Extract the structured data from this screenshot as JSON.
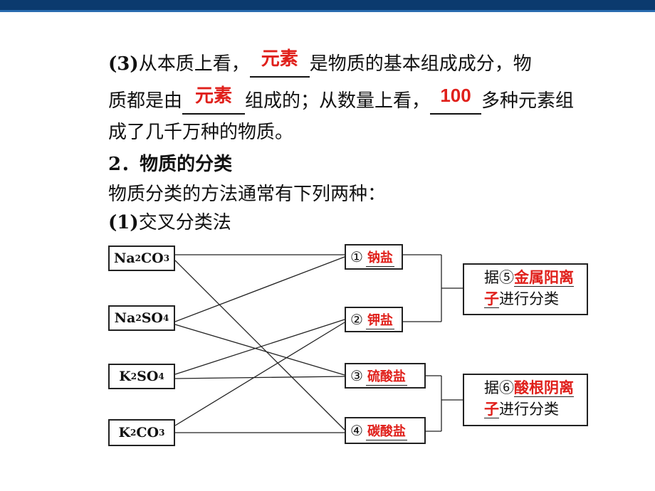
{
  "para3": {
    "label": "(3)",
    "t1": "从本质上看，",
    "a1": "元素",
    "t2": "是物质的基本组成成分，物",
    "t3": "质都是由",
    "a2": "元素",
    "t4": "组成的；从数量上看，",
    "a3": "100",
    "t5": "多种元素组",
    "t6": "成了几千万种的物质。"
  },
  "section2": {
    "heading": "2．物质的分类",
    "intro": "物质分类的方法通常有下列两种：",
    "method_label": "(1)",
    "method": "交叉分类法"
  },
  "diagram": {
    "compounds": [
      {
        "a": "Na",
        "s1": "2",
        "b": "CO",
        "s2": "3"
      },
      {
        "a": "Na",
        "s1": "2",
        "b": "SO",
        "s2": "4"
      },
      {
        "a": "K",
        "s1": "2",
        "b": "SO",
        "s2": "4"
      },
      {
        "a": "K",
        "s1": "2",
        "b": "CO",
        "s2": "3"
      }
    ],
    "categories": [
      {
        "num": "①",
        "name": "钠盐"
      },
      {
        "num": "②",
        "name": "钾盐"
      },
      {
        "num": "③",
        "name": "硫酸盐"
      },
      {
        "num": "④",
        "name": "碳酸盐"
      }
    ],
    "basis": [
      {
        "pre": "据⑤",
        "red1": "金属阳离",
        "red2": "子",
        "post": "进行分类"
      },
      {
        "pre": "据⑥",
        "red1": "酸根阴离",
        "red2": "子",
        "post": "进行分类"
      }
    ]
  },
  "colors": {
    "answer": "#e0201b",
    "topbar": "#0b3a6e"
  }
}
